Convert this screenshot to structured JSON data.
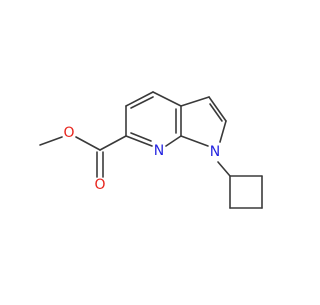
{
  "molecule": {
    "atoms": {
      "oxygen_ester": "O",
      "oxygen_carbonyl": "O",
      "nitrogen_pyridine": "N",
      "nitrogen_pyrrole": "N"
    },
    "colors": {
      "bond": "#3a3a3a",
      "oxygen": "#e8241c",
      "nitrogen": "#2424e0",
      "background": "#ffffff"
    }
  }
}
